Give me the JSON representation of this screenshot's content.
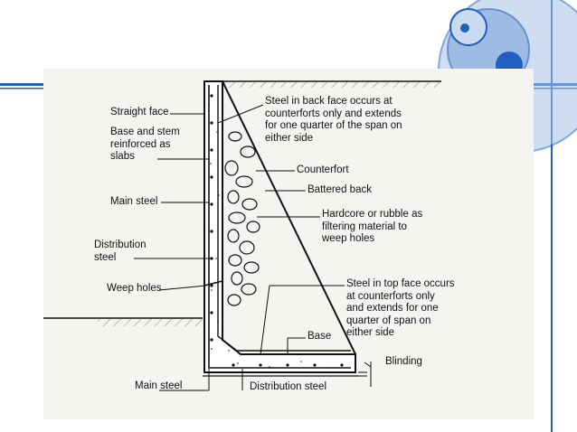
{
  "slide": {
    "theme": {
      "accent": "#1f5fbf",
      "accent_light": "#a9c3e6",
      "scan_background": "#f4f4f1",
      "concrete": "#ffffff",
      "ink": "#111111",
      "decoration_icon": "concentric-circles-icon"
    }
  },
  "diagram": {
    "labels": {
      "straight_face": "Straight face",
      "base_stem": "Base and stem\nreinforced as\nslabs",
      "main_steel_left": "Main steel",
      "distribution_steel_left": "Distribution\nsteel",
      "weep_holes": "Weep holes",
      "main_steel_bottom": "Main steel",
      "distribution_steel_bottom": "Distribution steel",
      "back_face_steel": "Steel in back face occurs at\ncounterforts only and extends\nfor one quarter of the span on\neither side",
      "counterfort": "Counterfort",
      "battered_back": "Battered back",
      "hardcore": "Hardcore or rubble as\nfiltering material to\nweep holes",
      "top_face_steel": "Steel in top face occurs\nat counterforts only\nand extends for one\nquarter of span on\neither side",
      "base": "Base",
      "blinding": "Blinding"
    }
  }
}
